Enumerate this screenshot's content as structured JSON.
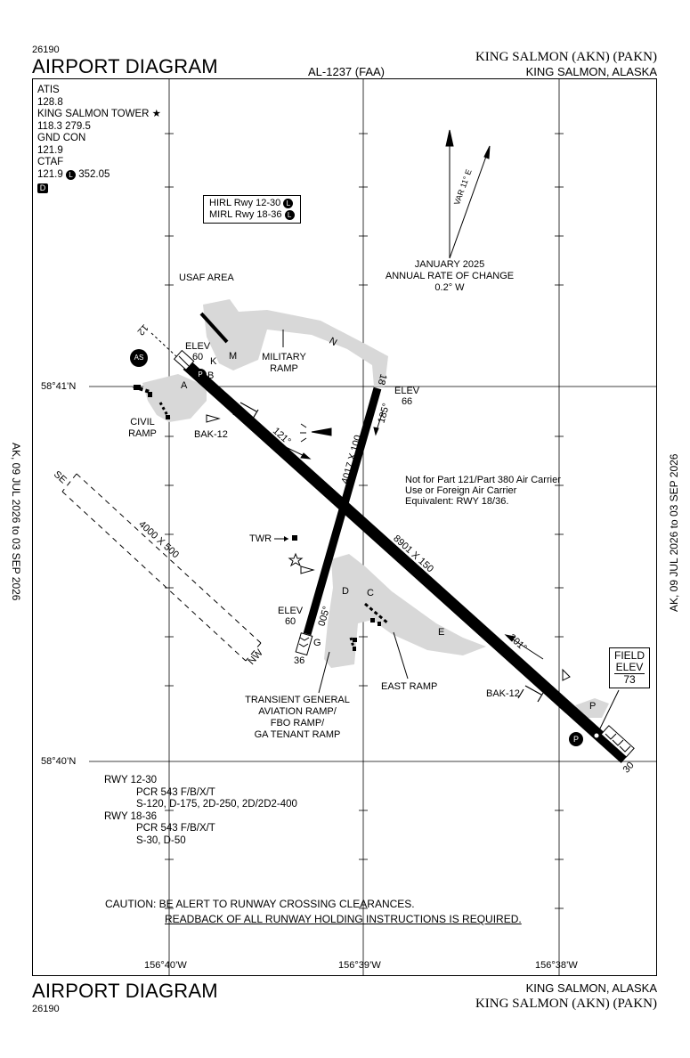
{
  "header": {
    "procedure_number": "26190",
    "title": "AIRPORT DIAGRAM",
    "chart_id": "AL-1237 (FAA)",
    "airport_name": "KING SALMON (AKN) (PAKN)",
    "location": "KING SALMON, ALASKA"
  },
  "footer": {
    "title": "AIRPORT DIAGRAM",
    "procedure_number": "26190",
    "location": "KING SALMON, ALASKA",
    "airport_name": "KING SALMON (AKN) (PAKN)"
  },
  "validity": {
    "left": "AK, 09 JUL 2026 to 03 SEP 2026",
    "right": "AK, 09 JUL 2026 to 03 SEP 2026"
  },
  "frequencies": [
    "ATIS",
    "128.8",
    "KING SALMON TOWER ★",
    "118.3  279.5",
    "GND CON",
    "121.9",
    "CTAF",
    "121.9",
    "352.05"
  ],
  "frequency_badge": "D",
  "lighting": {
    "hirl": "HIRL Rwy 12-30",
    "mirl": "MIRL Rwy 18-36",
    "badge": "L"
  },
  "magnetic_variation": {
    "var_label": "VAR 11° E",
    "epoch": "JANUARY 2025",
    "rate_label": "ANNUAL RATE OF CHANGE",
    "rate": "0.2° W"
  },
  "coordinates": {
    "lat_north": "58°41’N",
    "lat_south": "58°40’N",
    "lon_left": "156°40’W",
    "lon_mid": "156°39’W",
    "lon_right": "156°38’W"
  },
  "runways": {
    "rwy_12_30": {
      "dimensions": "8901 X 150",
      "end_12": "12",
      "end_30": "30",
      "heading_12": "121°",
      "heading_30": "301°",
      "elev_12_label": "ELEV",
      "elev_12": "60"
    },
    "rwy_18_36": {
      "dimensions": "4017 X 100",
      "end_18": "18",
      "end_36": "36",
      "heading_18": "185°",
      "heading_36": "005°",
      "elev_18_label": "ELEV",
      "elev_18": "66",
      "elev_36_label": "ELEV",
      "elev_36": "60"
    },
    "rwy_se_nw": {
      "dimensions": "4000 X 500",
      "end_se": "SE",
      "end_nw": "NW"
    }
  },
  "labels": {
    "usaf_area": "USAF AREA",
    "military_ramp": [
      "MILITARY",
      "RAMP"
    ],
    "civil_ramp": [
      "CIVIL",
      "RAMP"
    ],
    "bak12_left": "BAK-12",
    "bak12_right": "BAK-12",
    "twr": "TWR",
    "east_ramp": "EAST RAMP",
    "transient_ramp": [
      "TRANSIENT GENERAL",
      "AVIATION RAMP/",
      "FBO RAMP/",
      "GA TENANT RAMP"
    ],
    "field_elev": [
      "FIELD",
      "ELEV",
      "73"
    ],
    "asos_badge": "AS",
    "p_badge": "P",
    "not_for_121": [
      "Not for Part 121/Part 380 Air Carrier",
      "Use or Foreign Air Carrier",
      "Equivalent: RWY 18/36."
    ]
  },
  "taxiways": [
    "A",
    "B",
    "K",
    "M",
    "N",
    "C",
    "D",
    "E",
    "G",
    "P"
  ],
  "runway_notes": [
    "RWY 12-30",
    "PCR 543 F/B/X/T",
    "S-120, D-175, 2D-250, 2D/2D2-400",
    "RWY 18-36",
    "PCR 543 F/B/X/T",
    "S-30, D-50"
  ],
  "caution": {
    "line1": "CAUTION: BE ALERT TO RUNWAY CROSSING CLEARANCES.",
    "line2": "READBACK OF ALL RUNWAY HOLDING INSTRUCTIONS IS REQUIRED."
  }
}
